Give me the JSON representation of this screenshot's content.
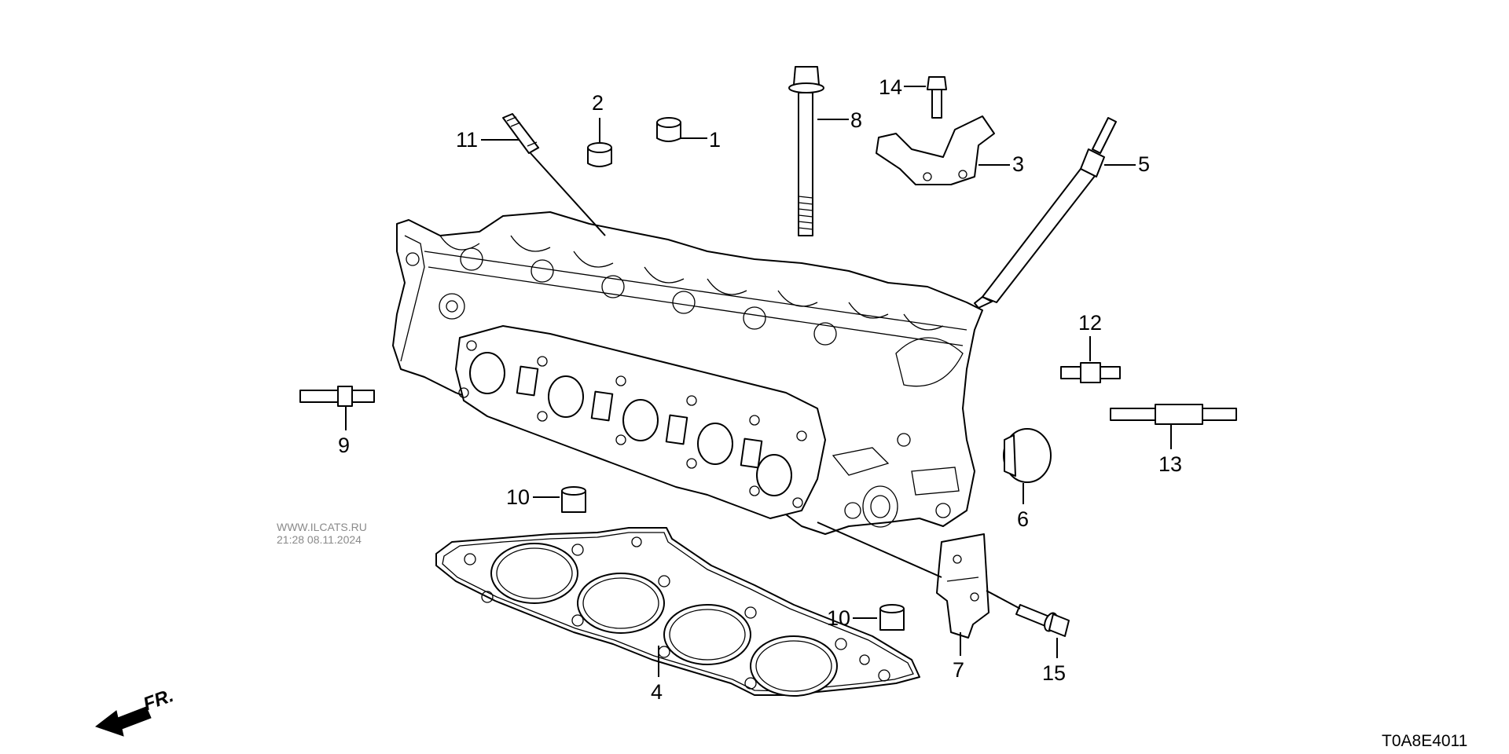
{
  "callouts": {
    "p1": "1",
    "p2": "2",
    "p3": "3",
    "p4": "4",
    "p5": "5",
    "p6": "6",
    "p7": "7",
    "p8": "8",
    "p9": "9",
    "p10a": "10",
    "p10b": "10",
    "p11": "11",
    "p12": "12",
    "p13": "13",
    "p14": "14",
    "p15": "15"
  },
  "watermark": {
    "site": "WWW.ILCATS.RU",
    "timestamp": "21:28 08.11.2024"
  },
  "diagram_code": "T0A8E4011",
  "front_label": "FR."
}
